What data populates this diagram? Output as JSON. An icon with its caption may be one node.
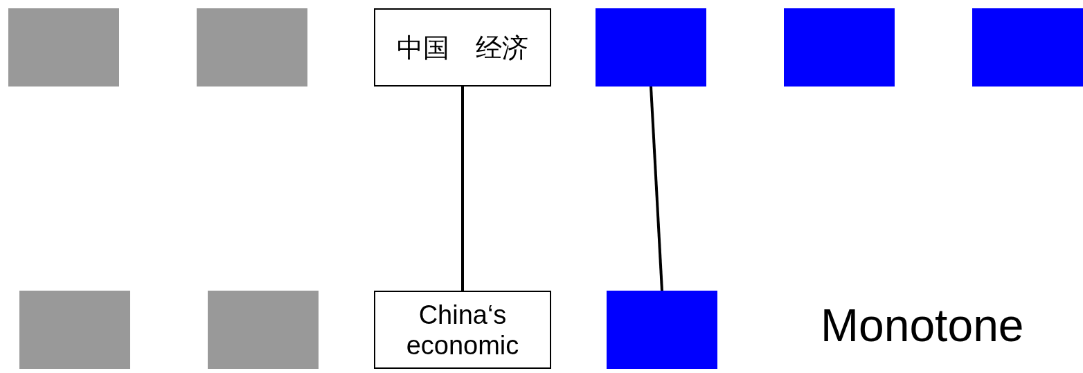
{
  "diagram": {
    "nodes": [
      {
        "text": [],
        "shape": "box"
      },
      {
        "text": [],
        "shape": "box"
      },
      {
        "text": [
          "中国　经济"
        ]
      },
      {
        "text": [],
        "shape": "box"
      },
      {
        "text": [],
        "shape": "box"
      },
      {
        "text": [],
        "shape": "box"
      },
      {
        "text": [],
        "shape": "box"
      },
      {
        "text": [],
        "shape": "box"
      },
      {
        "text": [
          "China‘s economic"
        ]
      },
      {
        "text": [],
        "shape": "box"
      }
    ],
    "edges": [
      {
        "from": 2,
        "to": 8,
        "arrow": "none"
      },
      {
        "from": 3,
        "to": 9,
        "arrow": "none"
      }
    ],
    "labels": [
      "Monotone"
    ]
  }
}
